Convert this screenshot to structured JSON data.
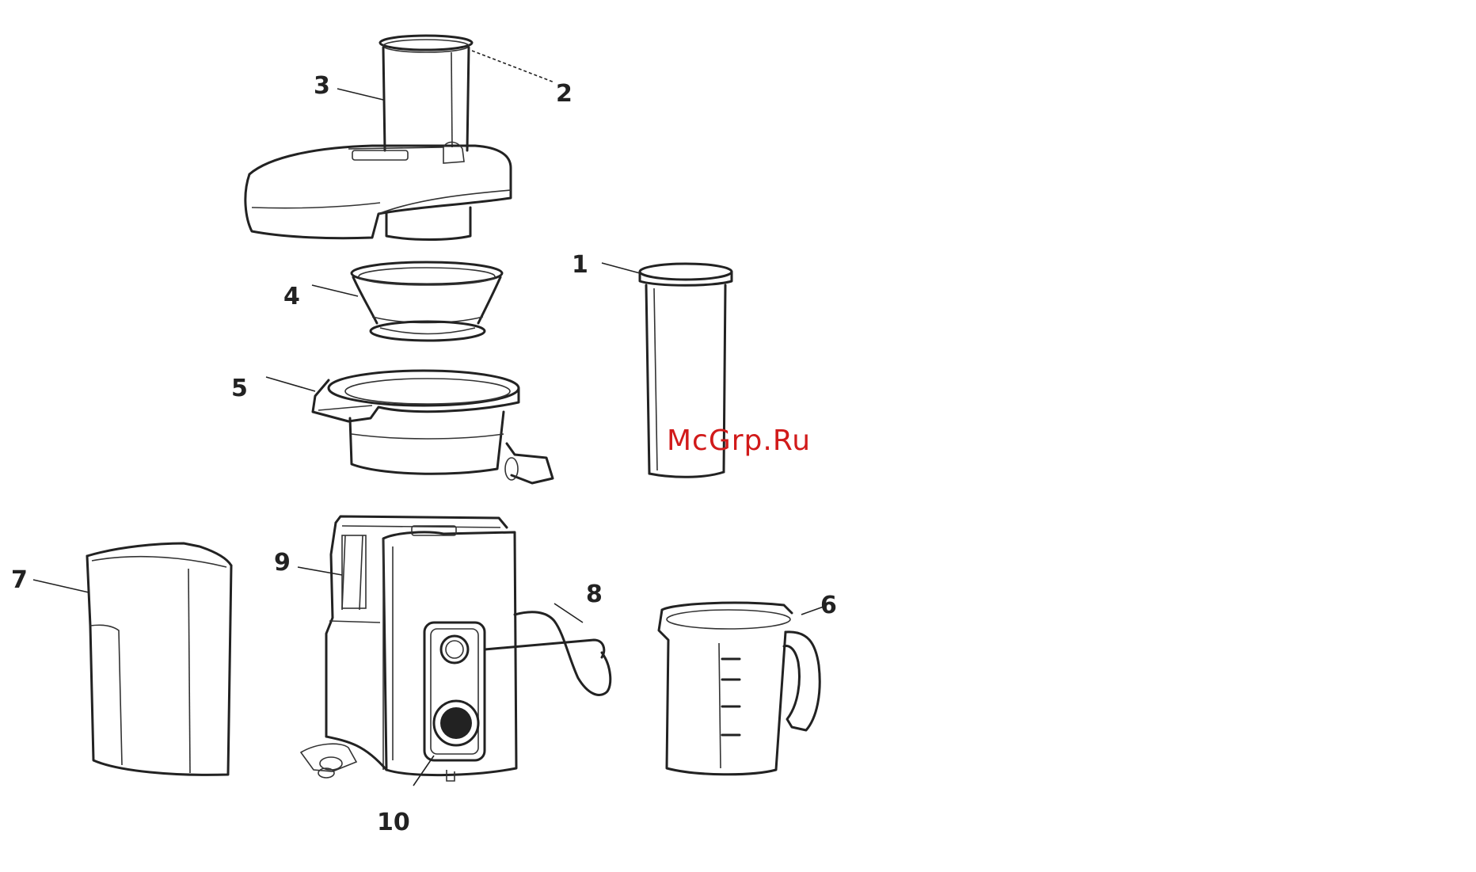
{
  "labels": {
    "p1": "1",
    "p2": "2",
    "p3": "3",
    "p4": "4",
    "p5": "5",
    "p6": "6",
    "p7": "7",
    "p8": "8",
    "p9": "9",
    "p10": "10"
  },
  "watermark": "McGrp.Ru",
  "colors": {
    "line": "#222222",
    "watermark": "#d11a1a",
    "background": "#ffffff"
  }
}
